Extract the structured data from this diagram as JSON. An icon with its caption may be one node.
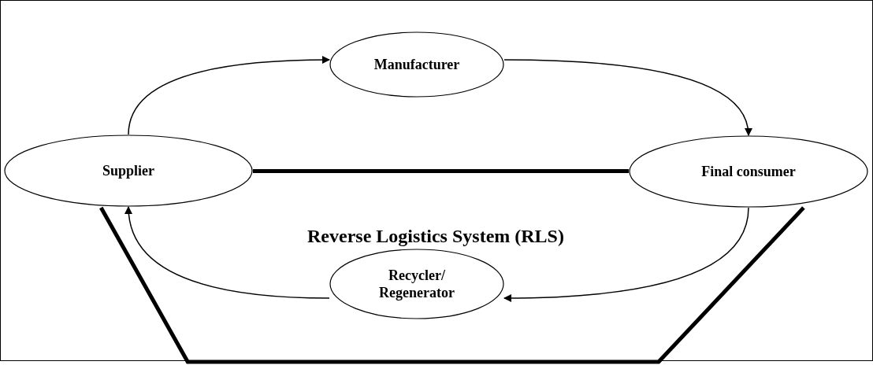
{
  "diagram": {
    "nodes": [
      {
        "text": [
          "Manufacturer"
        ]
      },
      {
        "text": [
          "Supplier"
        ]
      },
      {
        "text": [
          "Final consumer"
        ]
      },
      {
        "text": [
          "Recycler/ Regenerator"
        ]
      }
    ],
    "edges": [
      {
        "from": 1,
        "to": 0,
        "arrow": "to"
      },
      {
        "from": 0,
        "to": 2,
        "arrow": "to"
      },
      {
        "from": 2,
        "to": 3,
        "arrow": "to"
      },
      {
        "from": 3,
        "to": 1,
        "arrow": "to"
      },
      {
        "from": 1,
        "to": 2,
        "arrow": "none",
        "style": "thick"
      },
      {
        "from": 1,
        "to": 2,
        "arrow": "none",
        "style": "thick"
      }
    ],
    "labels": [
      "Reverse Logistics System (RLS)"
    ]
  }
}
